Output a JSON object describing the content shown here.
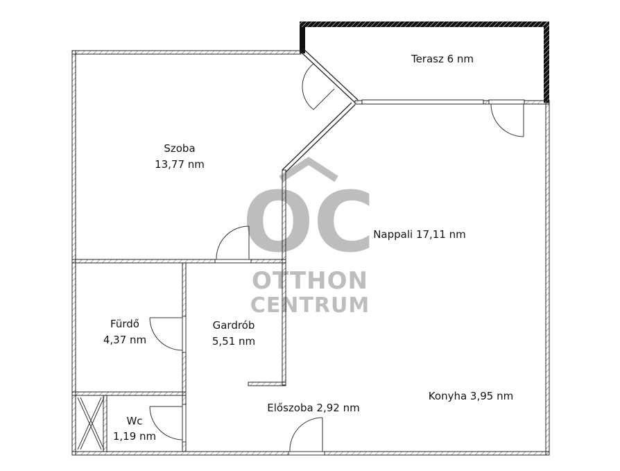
{
  "plan": {
    "rooms": [
      {
        "name": "Terasz",
        "area": "6 nm",
        "label": "Terasz 6 nm"
      },
      {
        "name": "Szoba",
        "area": "13,77 nm"
      },
      {
        "name": "Nappali",
        "area": "17,11 nm",
        "label": "Nappali 17,11 nm"
      },
      {
        "name": "Fürdő",
        "area": "4,37 nm"
      },
      {
        "name": "Gardrób",
        "area": "5,51 nm"
      },
      {
        "name": "Wc",
        "area": "1,19 nm"
      },
      {
        "name": "Előszoba",
        "area": "2,92 nm",
        "label": "Előszoba 2,92 nm"
      },
      {
        "name": "Konyha",
        "area": "3,95 nm",
        "label": "Konyha 3,95 nm"
      }
    ]
  },
  "watermark": {
    "logo": "OC",
    "line1": "OTTHON",
    "line2": "CENTRUM",
    "color": "#bdbdbd"
  },
  "colors": {
    "wall": "#000000",
    "hatch": "#555555",
    "terrace_wall": "#000000"
  }
}
